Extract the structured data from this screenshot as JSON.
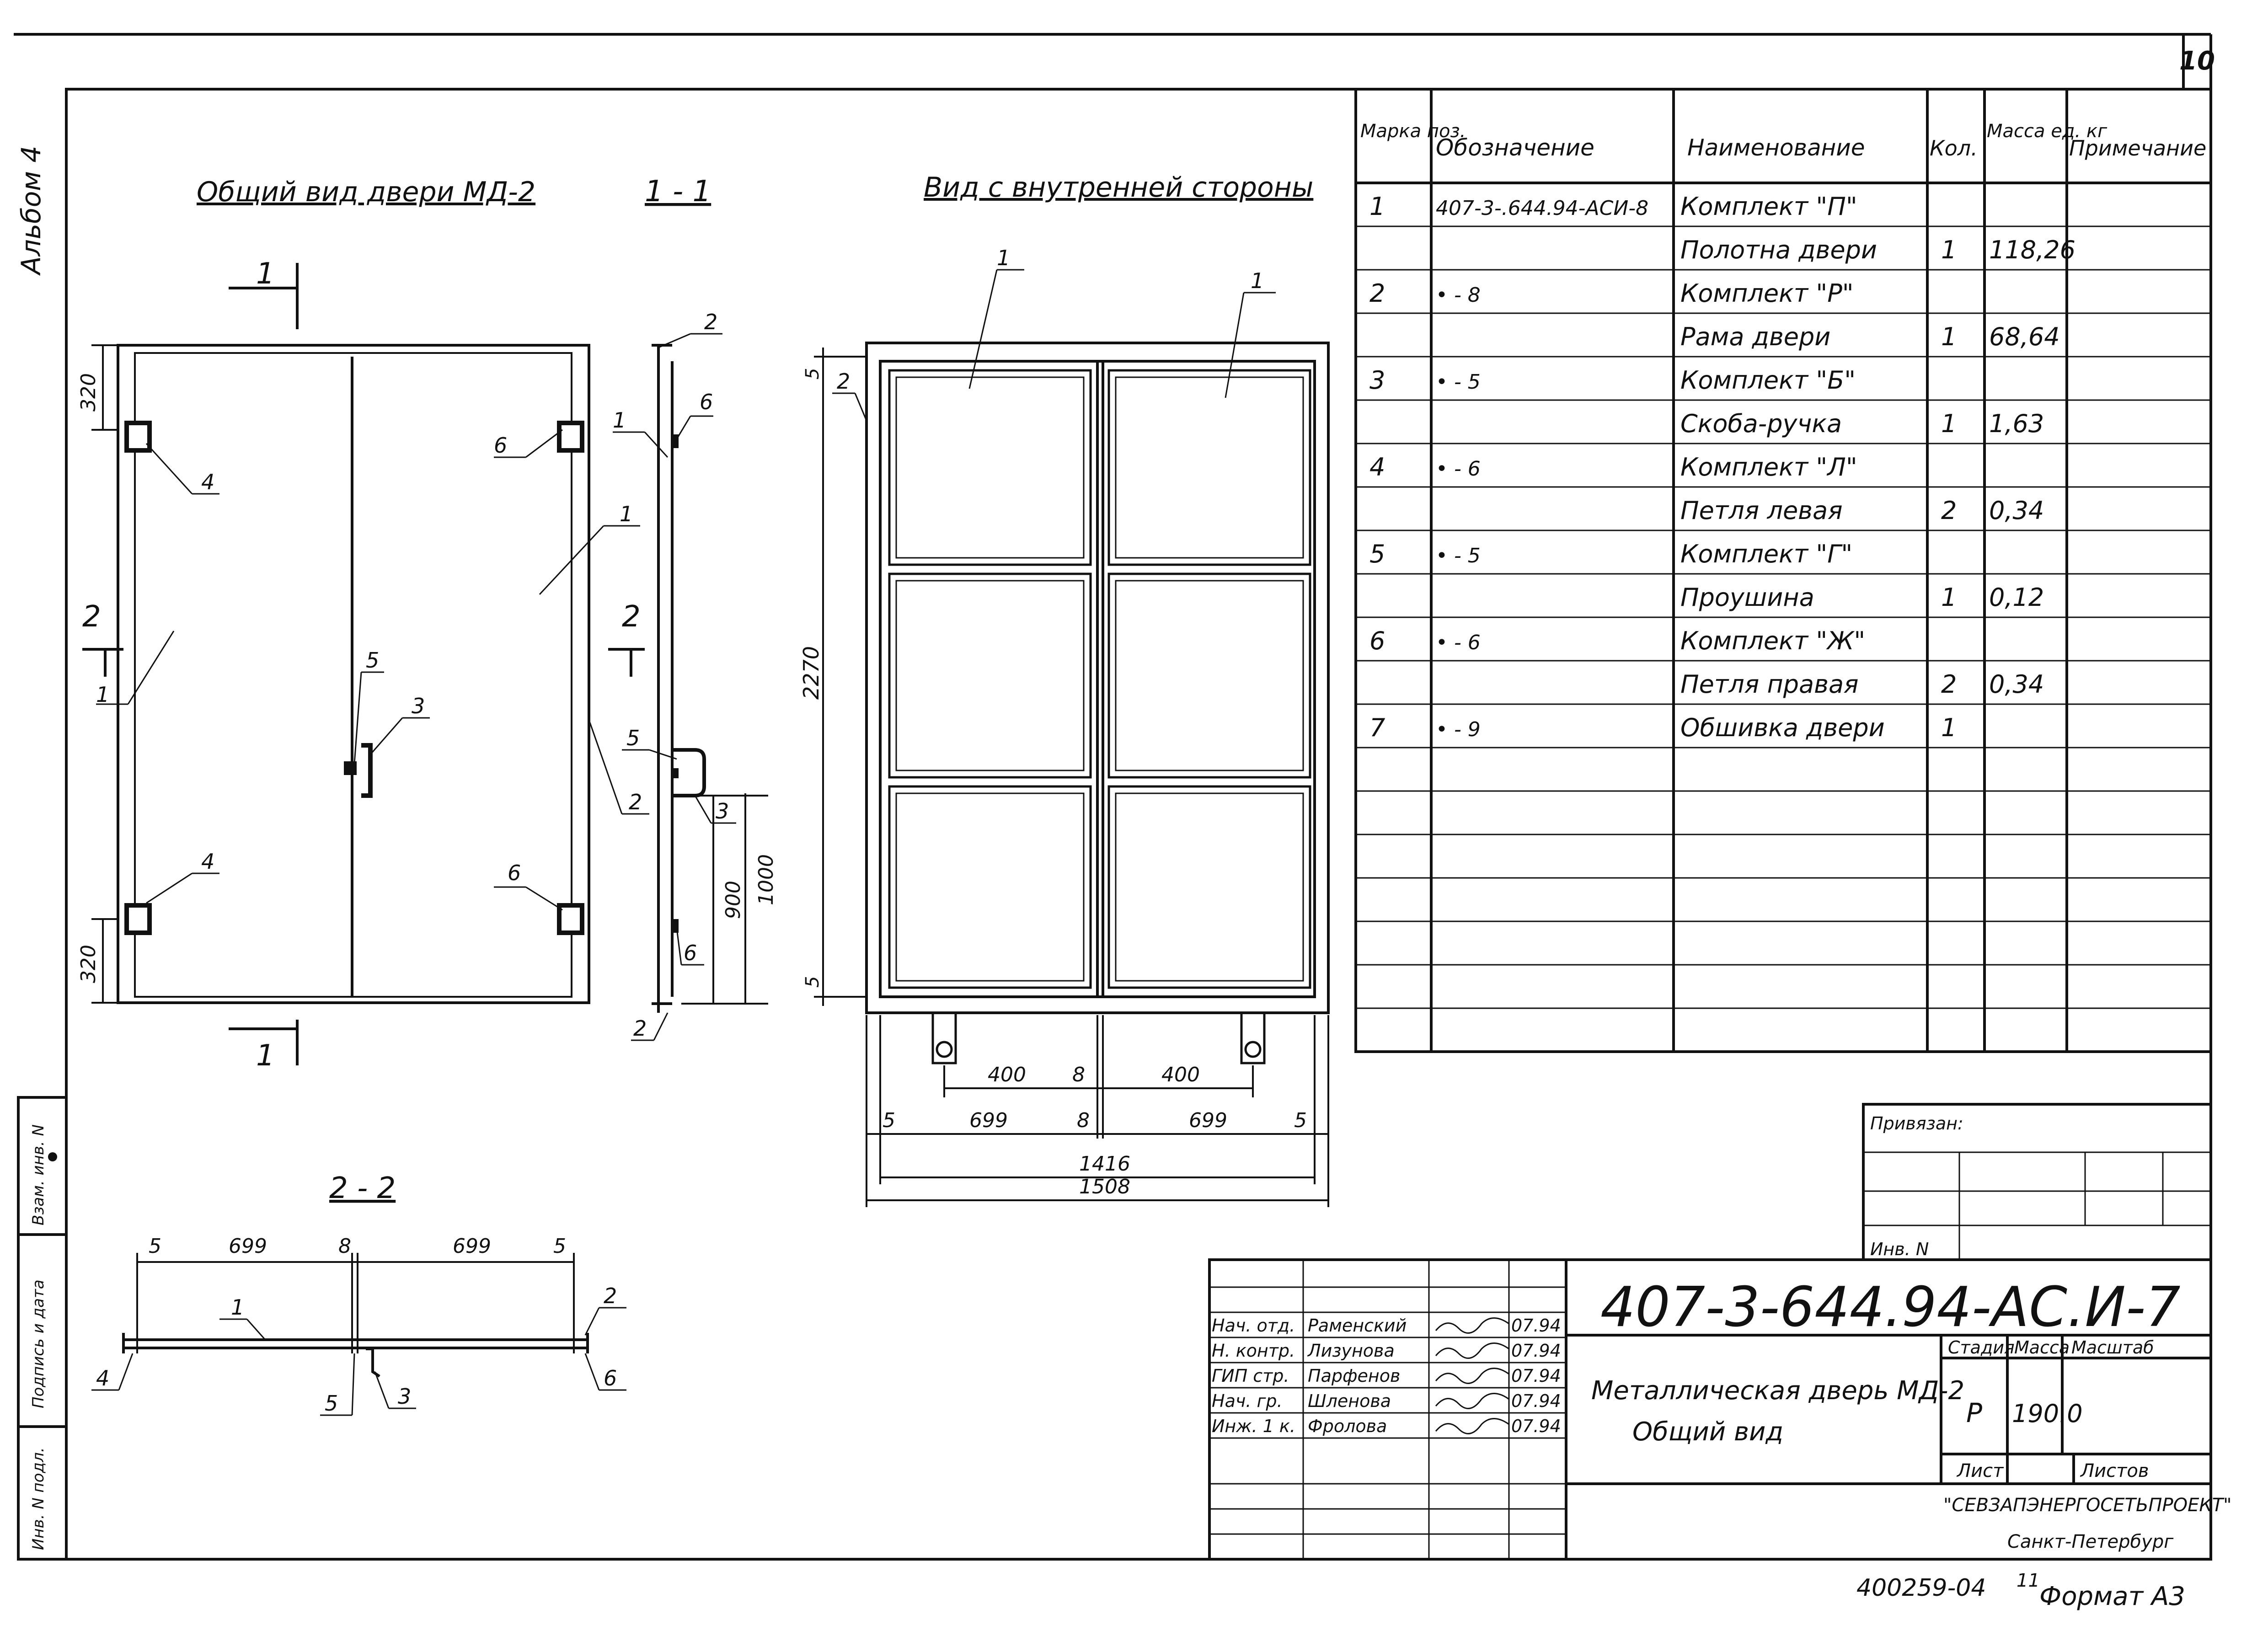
{
  "sheet_number": "10",
  "album_label": "Альбом 4",
  "side_stamp": [
    "Инв. N подл.",
    "Подпись и дата",
    "Взам. инв. N"
  ],
  "views": {
    "general_title": "Общий вид двери МД-2",
    "section_11_title": "1 - 1",
    "inside_title": "Вид с внутренней стороны",
    "section_22_title": "2 - 2"
  },
  "general_view": {
    "section_marks": [
      "1",
      "1",
      "2",
      "2"
    ],
    "callouts": [
      "1",
      "1",
      "2",
      "3",
      "4",
      "4",
      "5",
      "6",
      "6"
    ],
    "dims": [
      "320",
      "320"
    ]
  },
  "section_11": {
    "callouts": [
      "2",
      "1",
      "6",
      "5",
      "3",
      "6",
      "2"
    ],
    "dims": [
      "900",
      "1000"
    ]
  },
  "inside_view": {
    "callouts": [
      "1",
      "1",
      "2"
    ],
    "dims": {
      "top_gap": "5",
      "height": "2270",
      "bottom_gap": "5",
      "row1": [
        "400",
        "8",
        "400"
      ],
      "row2": [
        "5",
        "699",
        "8",
        "699",
        "5"
      ],
      "inner": "1416",
      "outer": "1508"
    }
  },
  "section_22": {
    "dims": [
      "5",
      "699",
      "8",
      "699",
      "5"
    ],
    "callouts": [
      "1",
      "2",
      "4",
      "5",
      "3",
      "6"
    ]
  },
  "spec_table": {
    "headers": [
      "Марка поз.",
      "Обозначение",
      "Наименование",
      "Кол.",
      "Масса ед. кг",
      "Примечание"
    ],
    "rows": [
      [
        "1",
        "407-3-.644.94-АСИ-8",
        "Комплект \"П\"",
        "",
        "",
        ""
      ],
      [
        "",
        "",
        "Полотна двери",
        "1",
        "118,26",
        ""
      ],
      [
        "2",
        "• - 8",
        "Комплект \"Р\"",
        "",
        "",
        ""
      ],
      [
        "",
        "",
        "Рама двери",
        "1",
        "68,64",
        ""
      ],
      [
        "3",
        "• - 5",
        "Комплект \"Б\"",
        "",
        "",
        ""
      ],
      [
        "",
        "",
        "Скоба-ручка",
        "1",
        "1,63",
        ""
      ],
      [
        "4",
        "• - 6",
        "Комплект \"Л\"",
        "",
        "",
        ""
      ],
      [
        "",
        "",
        "Петля левая",
        "2",
        "0,34",
        ""
      ],
      [
        "5",
        "• - 5",
        "Комплект \"Г\"",
        "",
        "",
        ""
      ],
      [
        "",
        "",
        "Проушина",
        "1",
        "0,12",
        ""
      ],
      [
        "6",
        "• - 6",
        "Комплект \"Ж\"",
        "",
        "",
        ""
      ],
      [
        "",
        "",
        "Петля правая",
        "2",
        "0,34",
        ""
      ],
      [
        "7",
        "• - 9",
        "Обшивка двери",
        "1",
        "",
        ""
      ],
      [
        "",
        "",
        "",
        "",
        "",
        ""
      ],
      [
        "",
        "",
        "",
        "",
        "",
        ""
      ],
      [
        "",
        "",
        "",
        "",
        "",
        ""
      ],
      [
        "",
        "",
        "",
        "",
        "",
        ""
      ],
      [
        "",
        "",
        "",
        "",
        "",
        ""
      ],
      [
        "",
        "",
        "",
        "",
        "",
        ""
      ],
      [
        "",
        "",
        "",
        "",
        "",
        ""
      ]
    ]
  },
  "title_block": {
    "privyazan": "Привязан:",
    "inv_n": "Инв. N",
    "code": "407-3-644.94-АС.И-7",
    "signatures": [
      {
        "role": "Нач. отд.",
        "name": "Раменский",
        "date": "07.94"
      },
      {
        "role": "Н. контр.",
        "name": "Лизунова",
        "date": "07.94"
      },
      {
        "role": "ГИП стр.",
        "name": "Парфенов",
        "date": "07.94"
      },
      {
        "role": "Нач. гр.",
        "name": "Шленова",
        "date": "07.94"
      },
      {
        "role": "Инж. 1 к.",
        "name": "Фролова",
        "date": "07.94"
      }
    ],
    "description_line1": "Металлическая дверь МД-2",
    "description_line2": "Общий вид",
    "stage_label": "Стадия",
    "mass_label": "Масса",
    "scale_label": "Масштаб",
    "stage": "Р",
    "mass": "190.0",
    "sheet_label": "Лист",
    "sheets_label": "Листов",
    "org": "\"СЕВЗАПЭНЕРГОСЕТЬПРОЕКТ\"",
    "city": "Санкт-Петербург"
  },
  "footer": {
    "stamp": "400259-04",
    "sheet_idx": "11",
    "format": "Формат А3"
  }
}
